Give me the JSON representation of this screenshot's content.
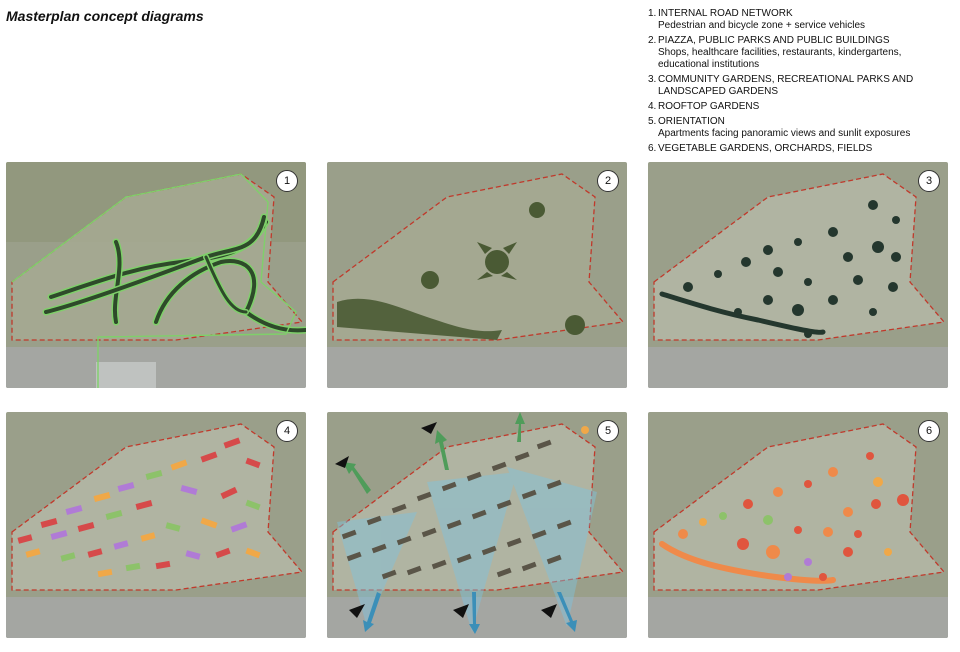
{
  "title": "Masterplan concept diagrams",
  "legend": [
    {
      "number": "1.",
      "heading": "INTERNAL ROAD NETWORK",
      "detail": "Pedestrian and bicycle zone + service vehicles"
    },
    {
      "number": "2.",
      "heading": "PIAZZA, PUBLIC PARKS AND PUBLIC BUILDINGS",
      "detail": "Shops, healthcare facilities, restaurants, kindergartens, educational institutions"
    },
    {
      "number": "3.",
      "heading": "COMMUNITY GARDENS, RECREATIONAL PARKS AND LANDSCAPED GARDENS",
      "detail": ""
    },
    {
      "number": "4.",
      "heading": "ROOFTOP GARDENS",
      "detail": ""
    },
    {
      "number": "5.",
      "heading": "ORIENTATION",
      "detail": "Apartments facing panoramic views and sunlit exposures"
    },
    {
      "number": "6.",
      "heading": "VEGETABLE GARDENS, ORCHARDS, FIELDS",
      "detail": ""
    }
  ],
  "panels": [
    {
      "badge": "1"
    },
    {
      "badge": "2"
    },
    {
      "badge": "3"
    },
    {
      "badge": "4"
    },
    {
      "badge": "5"
    },
    {
      "badge": "6"
    }
  ],
  "colors": {
    "site_outline": "#c0392b",
    "road_network": "#2e4a2a",
    "road_outline": "#7fd06a",
    "park": "#4a5a34",
    "garden": "#24372e",
    "roof_green": "#8dc26a",
    "roof_purple": "#b07bd6",
    "roof_orange": "#f0a848",
    "roof_red": "#d64a4a",
    "view_arrow": "#4f9c5a",
    "sun_arrow": "#3b8fb8",
    "field_orange": "#ef8a4a",
    "field_red": "#e0553e"
  }
}
